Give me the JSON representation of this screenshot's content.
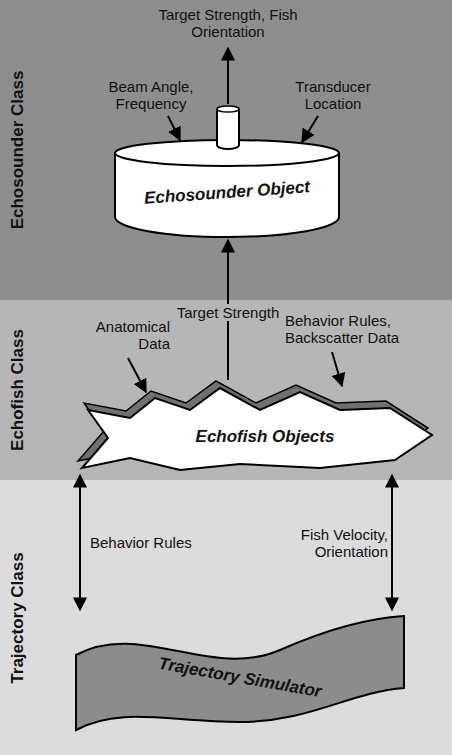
{
  "diagram": {
    "nodes": [
      {
        "text": [
          "Echosounder Class"
        ]
      },
      {
        "text": [
          "Echosounder Object"
        ],
        "in": 0
      },
      {
        "text": [
          "Echofish Class"
        ]
      },
      {
        "text": [
          "Echofish Objects"
        ],
        "in": 2
      },
      {
        "text": [
          "Trajectory Class"
        ]
      },
      {
        "text": [
          "Trajectory Simulator"
        ],
        "in": 4
      }
    ],
    "edges": [
      {
        "from": 3,
        "to": 1,
        "arrow": "to",
        "label": "Target Strength"
      },
      {
        "from": 3,
        "to": 5,
        "arrow": "both",
        "label": "Behavior Rules"
      },
      {
        "from": 3,
        "to": 5,
        "arrow": "both",
        "label": "Fish Velocity, Orientation"
      }
    ],
    "labels": [
      "Target Strength, Fish Orientation",
      "Beam Angle, Frequency",
      "Transducer Location",
      "Anatomical Data",
      "Behavior Rules, Backscatter Data"
    ]
  }
}
